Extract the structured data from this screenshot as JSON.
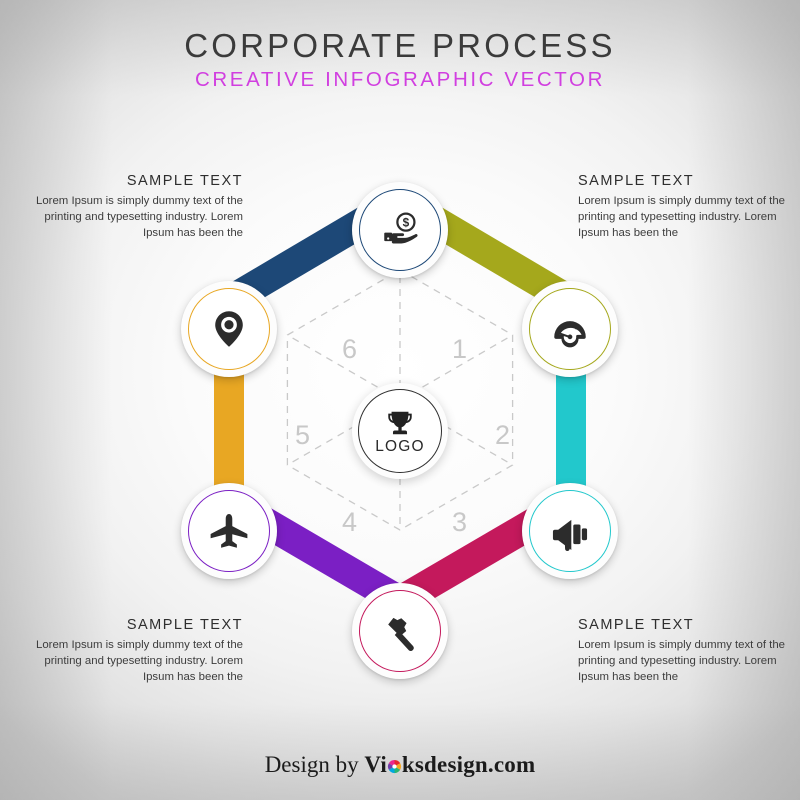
{
  "header": {
    "title": "CORPORATE PROCESS",
    "subtitle": "CREATIVE INFOGRAPHIC VECTOR",
    "subtitle_color": "#d13fe0"
  },
  "footer": {
    "prefix": "Design by ",
    "brand_part1": "Vi",
    "brand_part2": "ksdesign.com"
  },
  "center": {
    "label": "LOGO",
    "icon": "trophy-icon"
  },
  "text_blocks": [
    {
      "position": "top-left",
      "title": "SAMPLE TEXT",
      "body": "Lorem Ipsum is simply dummy text of the printing and typesetting industry. Lorem Ipsum has been the"
    },
    {
      "position": "top-right",
      "title": "SAMPLE TEXT",
      "body": "Lorem Ipsum is simply dummy text of the printing and typesetting industry. Lorem Ipsum has been the"
    },
    {
      "position": "bottom-left",
      "title": "SAMPLE TEXT",
      "body": "Lorem Ipsum is simply dummy text of the printing and typesetting industry. Lorem Ipsum has been the"
    },
    {
      "position": "bottom-right",
      "title": "SAMPLE TEXT",
      "body": "Lorem Ipsum is simply dummy text of the printing and typesetting industry. Lorem Ipsum has been the"
    }
  ],
  "chart_data": {
    "type": "diagram",
    "shape": "hexagon-cycle",
    "title": "CORPORATE PROCESS",
    "step_count": 6,
    "sector_numbers": [
      "1",
      "2",
      "3",
      "4",
      "5",
      "6"
    ],
    "nodes": [
      {
        "step": "1",
        "icon": "hand-holding-money-icon",
        "ring_color": "#1d4877",
        "position": "top"
      },
      {
        "step": "2",
        "icon": "speedometer-icon",
        "ring_color": "#a5a81c",
        "position": "upper-right"
      },
      {
        "step": "3",
        "icon": "megaphone-icon",
        "ring_color": "#22c8cc",
        "position": "lower-right"
      },
      {
        "step": "4",
        "icon": "hammer-icon",
        "ring_color": "#c4195c",
        "position": "bottom"
      },
      {
        "step": "5",
        "icon": "airplane-icon",
        "ring_color": "#7b1fc4",
        "position": "lower-left"
      },
      {
        "step": "6",
        "icon": "map-pin-icon",
        "ring_color": "#e8a723",
        "position": "upper-left"
      }
    ],
    "connectors": [
      {
        "from": "6",
        "to": "1",
        "color": "#1d4877",
        "name": "connector-navy"
      },
      {
        "from": "1",
        "to": "2",
        "color": "#a5a81c",
        "name": "connector-olive"
      },
      {
        "from": "2",
        "to": "3",
        "color": "#22c8cc",
        "name": "connector-turquoise"
      },
      {
        "from": "3",
        "to": "4",
        "color": "#c4195c",
        "name": "connector-crimson"
      },
      {
        "from": "4",
        "to": "5",
        "color": "#7b1fc4",
        "name": "connector-purple"
      },
      {
        "from": "5",
        "to": "6",
        "color": "#e8a723",
        "name": "connector-amber"
      }
    ],
    "guide_lines": "dashed-hexagon-with-radial-spokes",
    "guide_color": "#c9c9c9"
  }
}
